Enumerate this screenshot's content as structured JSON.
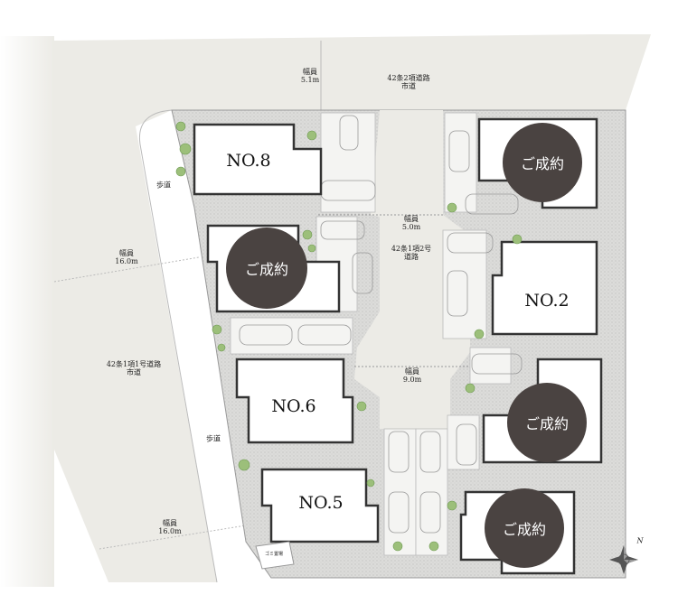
{
  "roads": {
    "top": {
      "width_label": "幅員",
      "width_value": "5.1m",
      "type": "42条2項道路",
      "owner": "市道"
    },
    "inner_upper": {
      "width_label": "幅員",
      "width_value": "5.0m",
      "type": "42条1項2号",
      "type2": "道路"
    },
    "inner_lower": {
      "width_label": "幅員",
      "width_value": "9.0m"
    },
    "left": {
      "width_label": "幅員",
      "width_value": "16.0m",
      "type": "42条1項1号道路",
      "owner": "市道"
    },
    "left_lower": {
      "width_label": "幅員",
      "width_value": "16.0m"
    },
    "sidewalk_upper": "歩道",
    "sidewalk_lower": "歩道"
  },
  "lots": [
    {
      "name": "NO.8",
      "status": "available"
    },
    {
      "name": "ご成約",
      "status": "sold"
    },
    {
      "name": "NO.6",
      "status": "available"
    },
    {
      "name": "NO.5",
      "status": "available"
    },
    {
      "name": "ご成約",
      "status": "sold"
    },
    {
      "name": "NO.2",
      "status": "available"
    },
    {
      "name": "ご成約",
      "status": "sold"
    },
    {
      "name": "ご成約",
      "status": "sold"
    }
  ],
  "facilities": {
    "garbage": "ゴミ置場"
  },
  "compass": {
    "north": "N"
  },
  "colors": {
    "road": "#ecebe6",
    "site": "#d6d6d4",
    "sold": "#4a4341",
    "tree": "#9cbf7a"
  }
}
